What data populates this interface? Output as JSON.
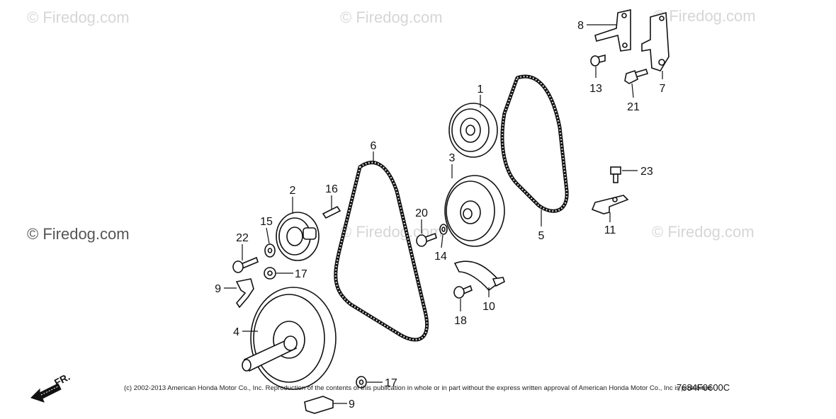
{
  "watermarks": [
    "© Firedog.com",
    "© Firedog.com",
    "© Firedog.com",
    "© Firedog.com",
    "© Firedog.com",
    "© Firedog.com"
  ],
  "callouts": [
    "1",
    "2",
    "3",
    "4",
    "5",
    "6",
    "7",
    "8",
    "9",
    "9",
    "10",
    "11",
    "13",
    "14",
    "15",
    "16",
    "17",
    "17",
    "18",
    "20",
    "21",
    "22",
    "23"
  ],
  "front_marker": "FR.",
  "copyright": "(c) 2002-2013 American Honda Motor Co., Inc. Reproduction of the contents of this publication in whole or in part without the express written approval of American Honda Motor Co., Inc is prohibited.",
  "diagram_code": "7684F0600C"
}
